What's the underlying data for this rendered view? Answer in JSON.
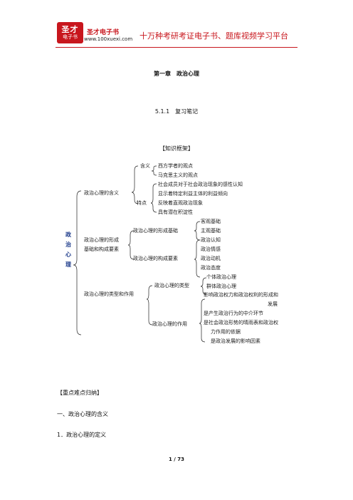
{
  "header": {
    "logo_top": "圣才",
    "logo_bottom": "电子书",
    "brand": "圣才电子书",
    "url": "www.100xuexi.com",
    "slogan": "十万种考研考证电子书、题库视频学习平台"
  },
  "doc": {
    "chapter_title": "第一章　政治心理",
    "section_title": "5.1.1　复习笔记",
    "framework_heading": "【知识框架】",
    "mindmap": {
      "root": "政治心理",
      "meaning": "政治心理的含义",
      "content": "含义",
      "western": "西方学者的观点",
      "marxist": "马克思主义的观点",
      "feature": "特点",
      "feat1": "社会成员对于社会政治现象的感性认知",
      "feat2": "显示着特定利益主体的利益倾向",
      "feat3": "反映着直观政治现象",
      "feat4": "具有潜在积淀性",
      "formation_a": "政治心理的形成",
      "formation_b": "基础和构成要素",
      "basis": "政治心理的形成基础",
      "objective": "客观基础",
      "subjective": "主观基础",
      "elements": "政治心理的构成要素",
      "cognition": "政治认知",
      "emotion": "政治情感",
      "motive": "政治动机",
      "attitude": "政治态度",
      "types_roles": "政治心理的类型和作用",
      "types": "政治心理的类型",
      "individual": "个体政治心理",
      "group": "群体政治心理",
      "role": "政治心理的作用",
      "role1a": "影响政治权力和政治权利的形成和",
      "role1b": "发展",
      "role2": "是产生政治行为的中介环节",
      "role3a": "是社会政治形势的晴雨表和政治权",
      "role3b": "力作用的依据",
      "role4": "是政治发展的影响因素"
    },
    "key_points_heading": "【重点难点归纳】",
    "point1": "一、政治心理的含义",
    "point1_1": "1．政治心理的定义"
  },
  "footer": {
    "page": "1 / 73"
  }
}
